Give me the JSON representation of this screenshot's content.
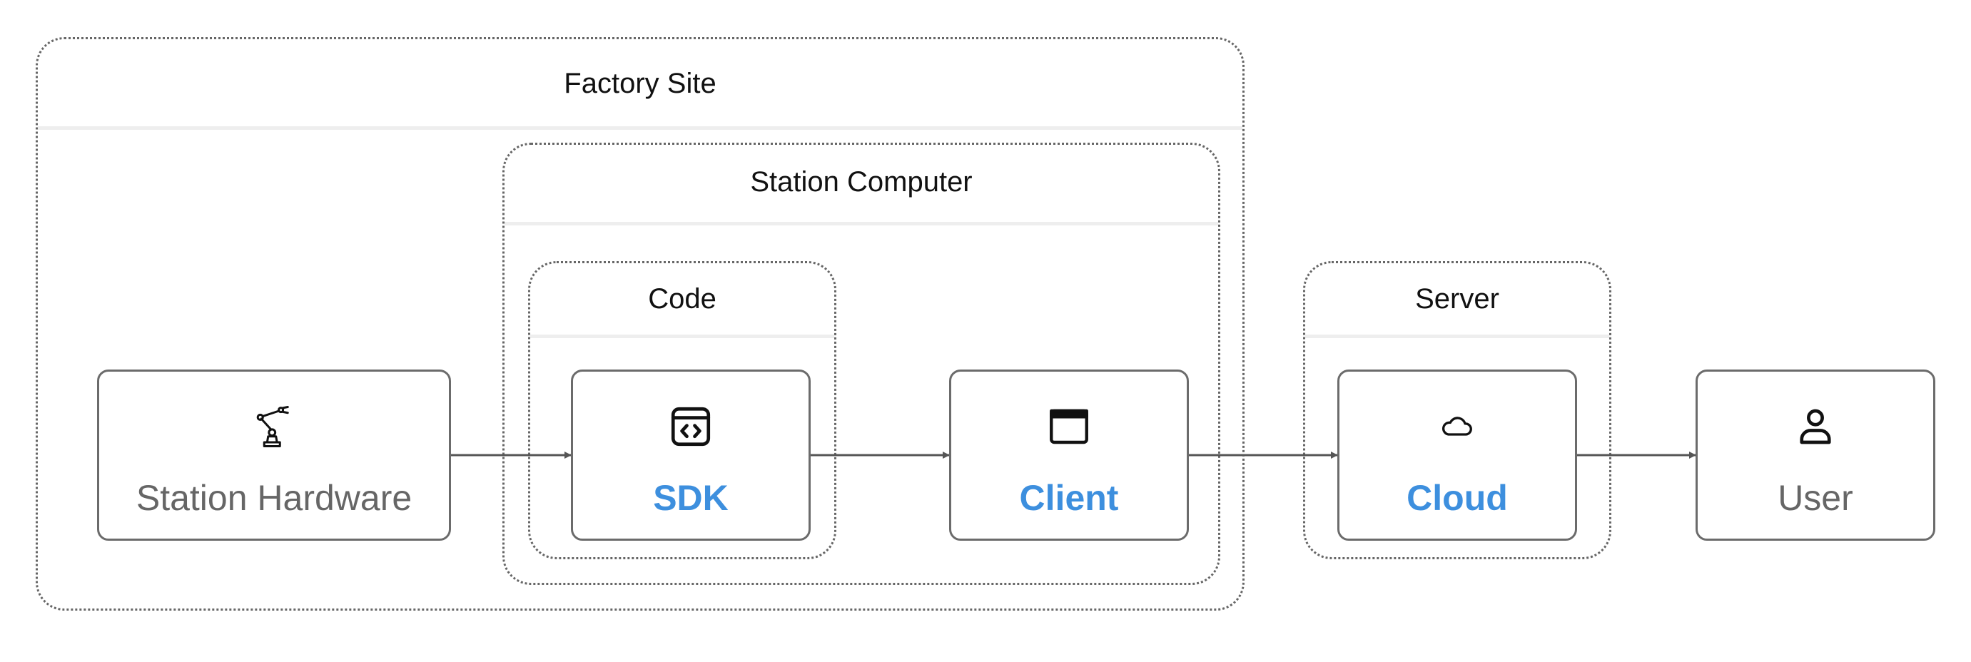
{
  "diagram": {
    "colors": {
      "accent": "#3d8fde",
      "node_border": "#6b6b6b",
      "group_border": "#666666",
      "edge": "#555555",
      "plain_label": "#666666"
    },
    "groups": {
      "factory_site": {
        "title": "Factory Site"
      },
      "station_computer": {
        "title": "Station Computer"
      },
      "code": {
        "title": "Code"
      },
      "server": {
        "title": "Server"
      }
    },
    "nodes": {
      "station_hardware": {
        "label": "Station Hardware",
        "icon": "robot-arm-icon"
      },
      "sdk": {
        "label": "SDK",
        "icon": "code-window-icon"
      },
      "client": {
        "label": "Client",
        "icon": "browser-window-icon"
      },
      "cloud": {
        "label": "Cloud",
        "icon": "cloud-icon"
      },
      "user": {
        "label": "User",
        "icon": "user-icon"
      }
    },
    "edges": [
      {
        "from": "station_hardware",
        "to": "sdk"
      },
      {
        "from": "sdk",
        "to": "client"
      },
      {
        "from": "client",
        "to": "cloud"
      },
      {
        "from": "cloud",
        "to": "user"
      }
    ]
  }
}
